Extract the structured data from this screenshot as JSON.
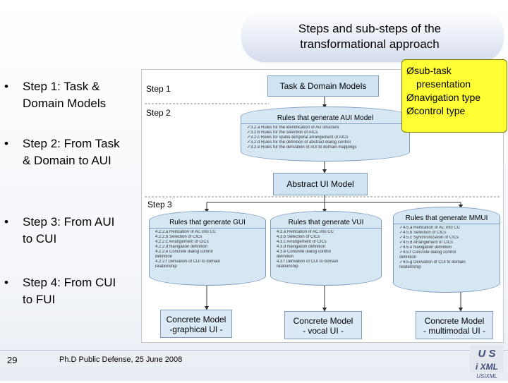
{
  "slide": {
    "title_line1": "Steps and sub-steps of the",
    "title_line2": "transformational approach",
    "bullets": [
      {
        "dot": "•",
        "line1": "Step 1: Task &",
        "line2": "Domain Models"
      },
      {
        "dot": "•",
        "line1": "Step 2: From Task",
        "line2": "& Domain to AUI"
      },
      {
        "dot": "•",
        "line1": "Step 3: From AUI",
        "line2": "to CUI"
      },
      {
        "dot": "•",
        "line1": "Step 4: From CUI",
        "line2": "to FUI"
      }
    ],
    "callout": {
      "items": [
        {
          "marker": "Ø",
          "text": "sub-task"
        },
        {
          "marker": "",
          "text": "presentation"
        },
        {
          "marker": "Ø",
          "text": "navigation type"
        },
        {
          "marker": "Ø",
          "text": "control type"
        }
      ]
    },
    "diagram": {
      "step1_label": "Step 1",
      "step2_label": "Step 2",
      "step3_label": "Step 3",
      "task_domain_box": "Task & Domain Models",
      "aui_rules_title": "Rules that generate AUI Model",
      "aui_rules_lines": [
        "✓3.2.a Rules for the identification of AU structure",
        "✓3.2.b Rules for the selection of AICs",
        "✓3.2.c Rules for spatio-temporal arrangement of AICs",
        "✓3.2.d Rules for the definition of abstract dialog control",
        "✓3.2.e Rules for the derivation of AUI to domain mappings"
      ],
      "aui_model_box": "Abstract UI Model",
      "gui_rules_title": "Rules that generate GUI",
      "gui_rules_lines": [
        "4.2.2.a Reification of AC into CC",
        "4.2.2.b Selection of CICs",
        "4.2.2.c Arrangement of CICs",
        "4.2.2.d Navigation definition",
        "4.2.2.e Concrete dialog control",
        "definition",
        "4.2.2.f Derivation of CUI to domain",
        "relationship"
      ],
      "vui_rules_title": "Rules that generate VUI",
      "vui_rules_lines": [
        "4.3.a Reification of AC into CC",
        "4.3.b Selection of CICs",
        "4.3.c Arrangement of CICs",
        "4.3.d Navigation definition",
        "4.3.e Concrete dialog control",
        "definition",
        "4.3.f Derivation of CUI to domain",
        "relationship"
      ],
      "mmui_rules_title": "Rules that generate MMUI",
      "mmui_rules_lines": [
        "✓4.5.a Reification of AC into CC",
        "✓4.5.b Selection of CICs",
        "✓4.5.c Synchronization of CICs",
        "✓4.5.d Arrangement of CICs",
        "✓4.5.e Navigation definition",
        "✓4.5.f Concrete dialog control",
        "definition",
        "✓4.5.g Derivation of CUI to domain",
        "relationship"
      ],
      "cm_gui_line1": "Concrete Model",
      "cm_gui_line2": "-graphical UI -",
      "cm_vui_line1": "Concrete Model",
      "cm_vui_line2": "- vocal UI -",
      "cm_mmui_line1": "Concrete Model",
      "cm_mmui_line2": "- multimodal UI -"
    },
    "footer": {
      "page_number": "29",
      "text": "Ph.D Public Defense, 25 June 2008"
    },
    "logo": {
      "line1": "U S",
      "line2": "i XML",
      "caption": "USIXML"
    },
    "colors": {
      "box_fill": "#cfe3f3",
      "box_border": "#7d9cc0",
      "callout_fill": "#ffff33"
    }
  }
}
